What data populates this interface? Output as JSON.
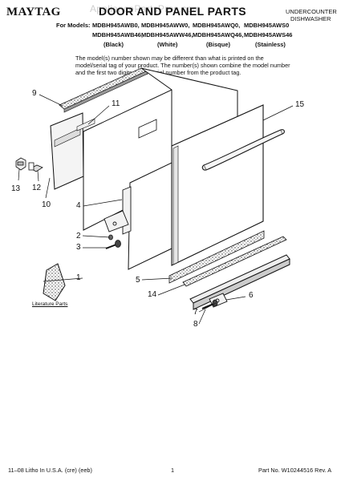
{
  "header": {
    "brand": "MAYTAG",
    "title": "DOOR AND PANEL PARTS",
    "watermark": "AppliancePartsPros.com",
    "category_line1": "UNDERCOUNTER",
    "category_line2": "DISHWASHER",
    "models_label": "For Models:",
    "model_rows": [
      [
        "MDBH945AWB0,",
        "MDBH945AWW0,",
        "MDBH945AWQ0,",
        "MDBH945AWS0"
      ],
      [
        "MDBH945AWB46,",
        "MDBH945AWW46,",
        "MDBH945AWQ46,",
        "MDBH945AWS46"
      ],
      [
        "(Black)",
        "(White)",
        "(Bisque)",
        "(Stainless)"
      ]
    ]
  },
  "note": "The model(s) number shown may be different than what is printed on the model/serial tag of your product. The number(s) shown combine the model number and the first two digits of the serial number from the product tag.",
  "callouts": {
    "c1": "1",
    "c2": "2",
    "c3": "3",
    "c4": "4",
    "c5": "5",
    "c6": "6",
    "c7": "7",
    "c8": "8",
    "c9": "9",
    "c10": "10",
    "c11": "11",
    "c12": "12",
    "c13": "13",
    "c14": "14",
    "c15": "15"
  },
  "literature_label": "Literature Parts",
  "footer": {
    "left": "11–08 Litho In U.S.A. (cre) (eeb)",
    "page": "1",
    "right": "Part No. W10244516 Rev. A"
  }
}
